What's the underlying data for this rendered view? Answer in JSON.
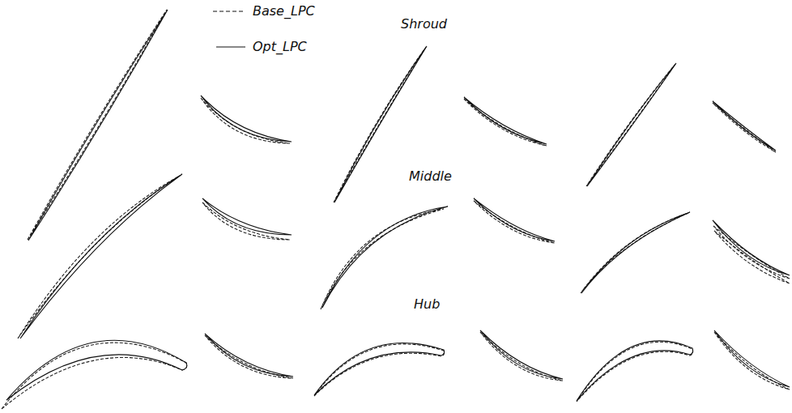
{
  "diagram": {
    "labels": [
      "Shroud",
      "Middle",
      "Hub"
    ],
    "legend": [
      {
        "text": "Base_LPC"
      },
      {
        "text": "Opt_LPC"
      }
    ]
  }
}
